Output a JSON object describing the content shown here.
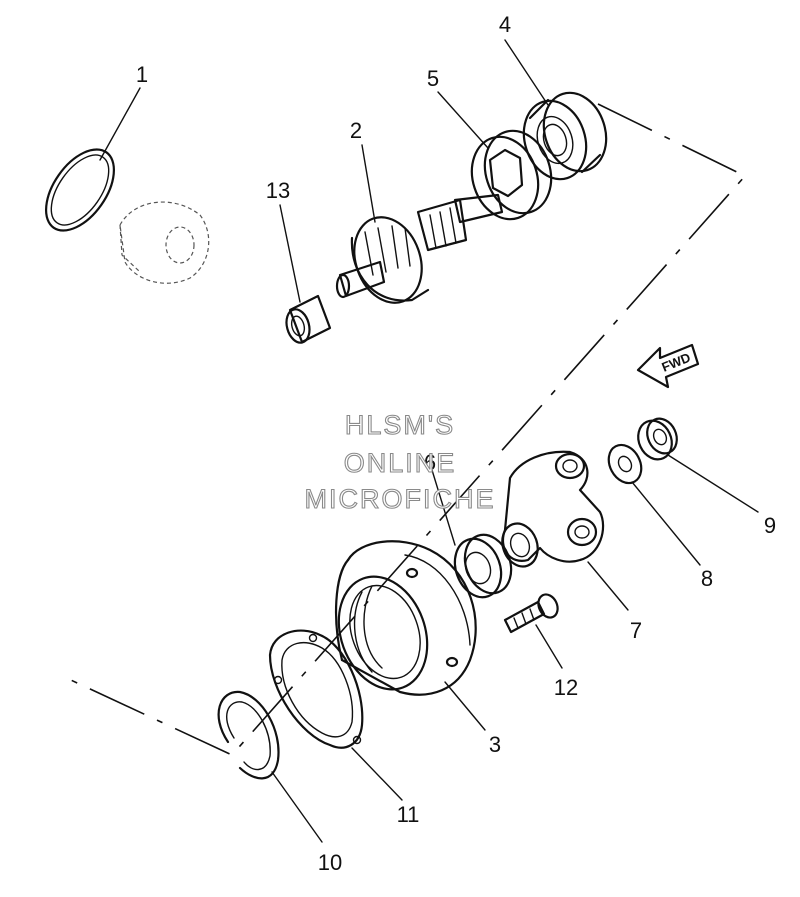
{
  "watermark": [
    "HLSM'S",
    "ONLINE",
    "MICROFICHE"
  ],
  "direction_label": "FWD",
  "callouts": [
    "1",
    "2",
    "3",
    "4",
    "5",
    "6",
    "7",
    "8",
    "9",
    "10",
    "11",
    "12",
    "13"
  ]
}
